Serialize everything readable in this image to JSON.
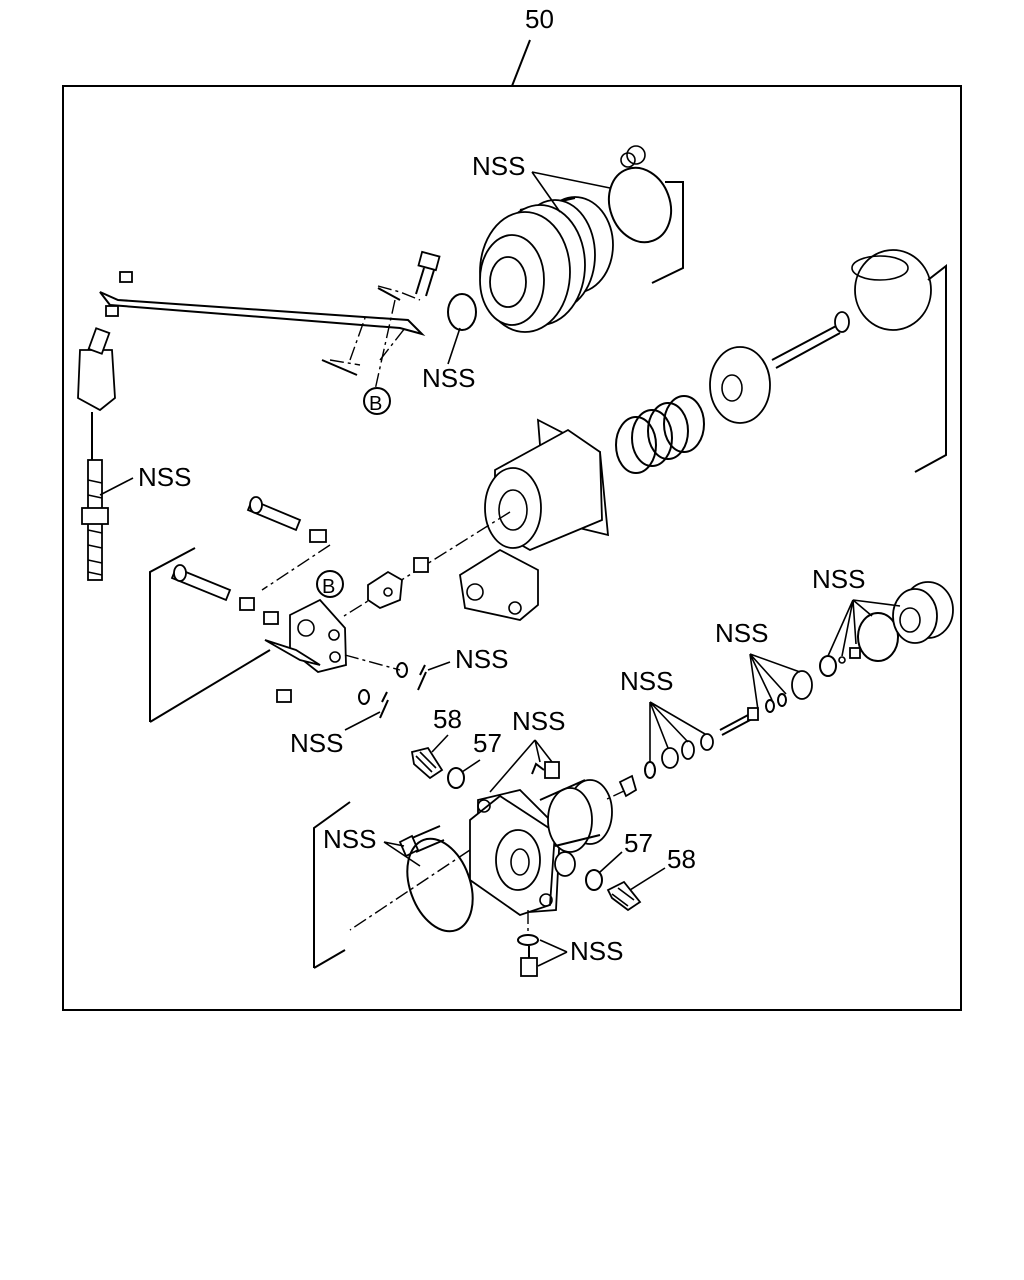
{
  "diagram": {
    "assembly_number": "50",
    "callouts": {
      "nss_diaphragm_clamp": "NSS",
      "nss_oring_top": "NSS",
      "nss_cable": "NSS",
      "nss_clevis_pin": "NSS",
      "nss_cotter_pin": "NSS",
      "nss_piston_seals": "NSS",
      "nss_valve_stem": "NSS",
      "nss_end_cap": "NSS",
      "nss_cap_washers": "NSS",
      "nss_mounting_bolt_cover": "NSS",
      "nss_drain_plug": "NSS",
      "part_58_left": "58",
      "part_57_left": "57",
      "part_57_right": "57",
      "part_58_right": "58",
      "ref_b_top": "B",
      "ref_b_lever": "B"
    }
  }
}
